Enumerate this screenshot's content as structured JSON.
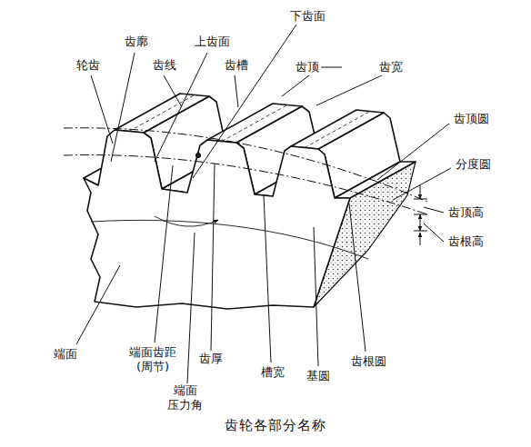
{
  "diagram": {
    "caption": "齿轮各部分名称",
    "labels": [
      "轮齿",
      "齿廓",
      "上齿面",
      "下齿面",
      "齿线",
      "齿槽",
      "齿顶",
      "齿宽",
      "齿顶圆",
      "分度圆",
      "齿顶高",
      "齿根高",
      "端面",
      "端面齿距 (周节)",
      "齿厚",
      "端面 压力角",
      "槽宽",
      "基圆",
      "齿根圆"
    ]
  }
}
